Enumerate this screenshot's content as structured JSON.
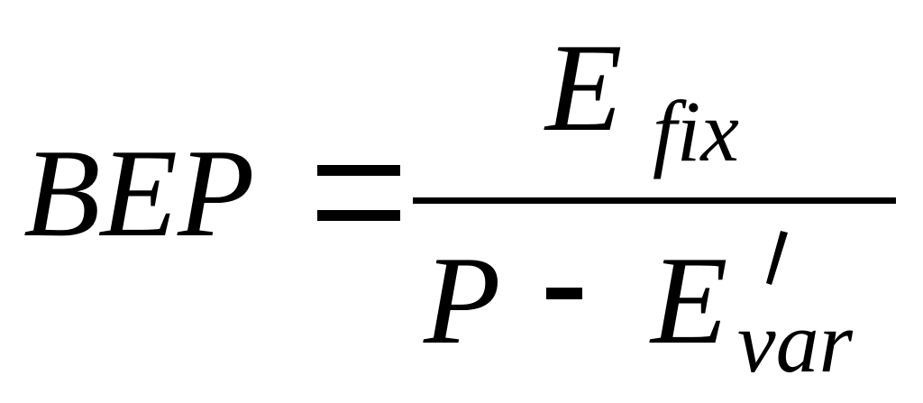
{
  "formula": {
    "lhs": "BEP",
    "operator": "=",
    "numerator": {
      "symbol": "E",
      "subscript": "fix"
    },
    "denominator": {
      "first": "P",
      "operator": "-",
      "symbol": "E",
      "prime": "′",
      "subscript": "var"
    }
  }
}
